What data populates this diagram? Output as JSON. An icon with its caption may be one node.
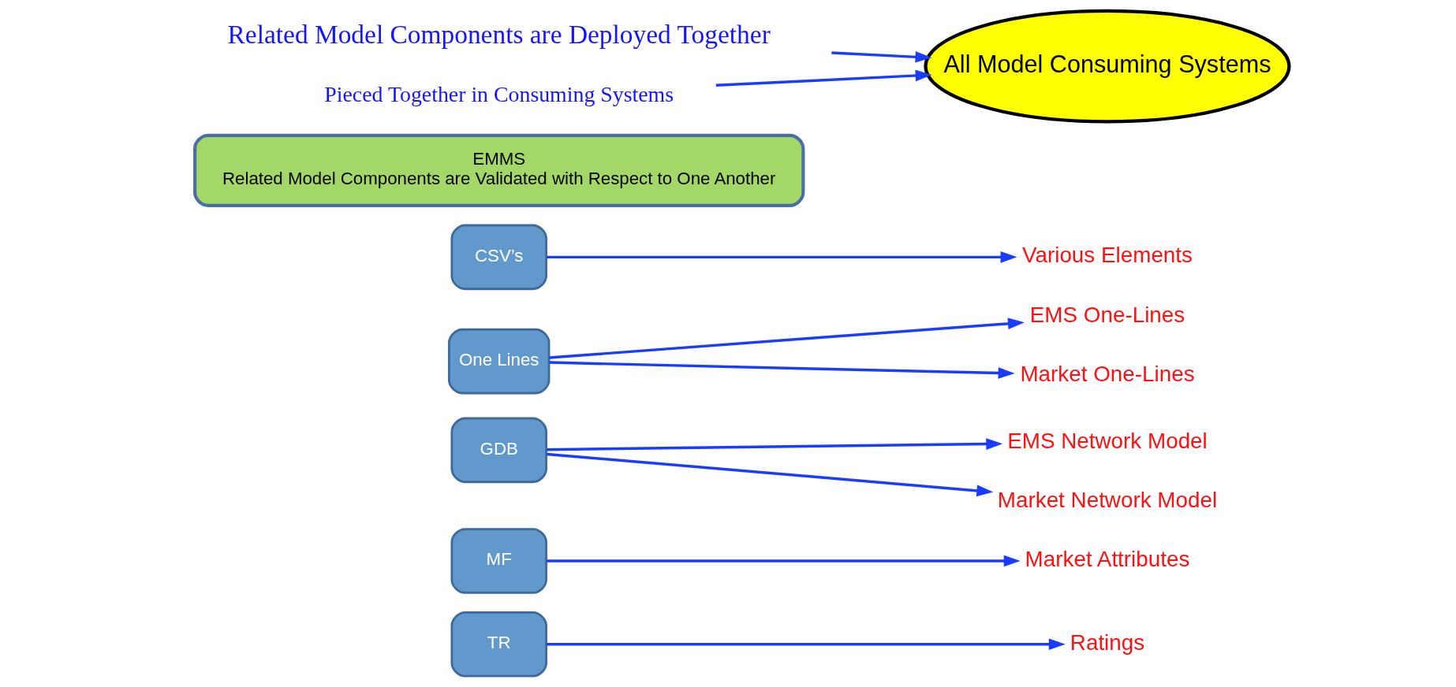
{
  "diagram": {
    "nodes": [
      {
        "text": [
          "TR"
        ]
      },
      {
        "text": [
          "MF"
        ]
      },
      {
        "text": [
          "GDB"
        ]
      },
      {
        "text": [
          "One Lines"
        ]
      },
      {
        "text": [
          "CSV’s"
        ]
      },
      {
        "text": [
          "Ratings"
        ]
      },
      {
        "text": [
          "Market Attributes"
        ]
      },
      {
        "text": [
          "EMS Network Model"
        ]
      },
      {
        "text": [
          "Market Network Model"
        ]
      },
      {
        "text": [
          "EMS One-Lines"
        ]
      },
      {
        "text": [
          "Market One-Lines"
        ]
      },
      {
        "text": [
          "Various Elements"
        ]
      },
      {
        "text": [
          "EMMS",
          "Related Model Components are Validated with Respect to One Another"
        ]
      },
      {
        "text": [
          "Related Model Components are Deployed Together"
        ]
      },
      {
        "text": [
          "All Model Consuming Systems"
        ]
      },
      {
        "text": [
          "Pieced Together in Consuming Systems"
        ]
      }
    ],
    "edges": [
      {
        "from": 0,
        "to": 5,
        "arrow": "to"
      },
      {
        "from": 1,
        "to": 6,
        "arrow": "to"
      },
      {
        "from": 2,
        "to": 7,
        "arrow": "to"
      },
      {
        "from": 2,
        "to": 8,
        "arrow": "to"
      },
      {
        "from": 3,
        "to": 9,
        "arrow": "to"
      },
      {
        "from": 3,
        "to": 10,
        "arrow": "to"
      },
      {
        "from": 4,
        "to": 11,
        "arrow": "to"
      },
      {
        "from": 13,
        "to": 14,
        "arrow": "to"
      },
      {
        "from": 15,
        "to": 14,
        "arrow": "to"
      }
    ]
  }
}
